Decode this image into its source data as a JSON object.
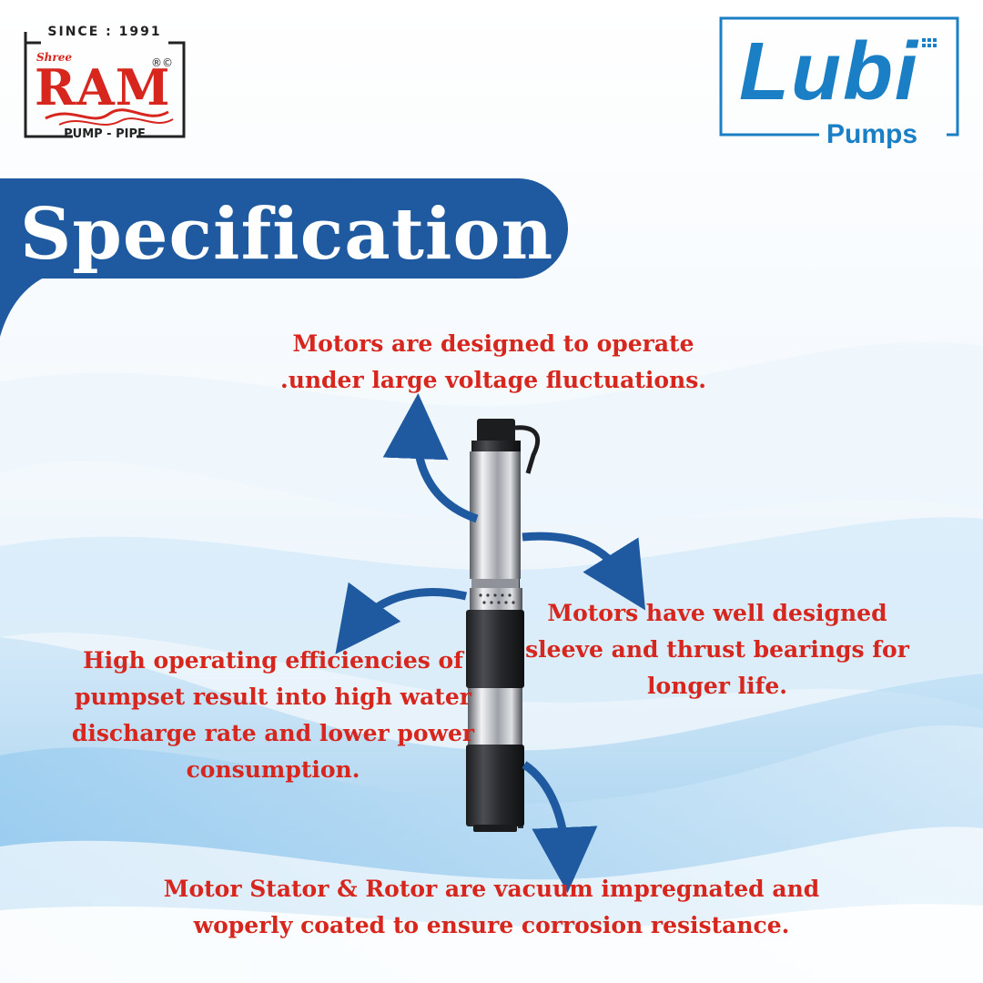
{
  "ram_logo": {
    "since": "SINCE : 1991",
    "shree": "Shree",
    "name": "RAM",
    "reg": "®©",
    "tagline": "PUMP - PIPE"
  },
  "lubi_logo": {
    "name": "Lubi",
    "sub": "Pumps"
  },
  "heading": "Specification",
  "features": [
    {
      "lines": [
        "Motors are designed to operate",
        ".under large voltage fluctuations."
      ]
    },
    {
      "lines": [
        "Motors have well designed",
        "sleeve and thrust bearings for",
        "longer life."
      ]
    },
    {
      "lines": [
        "High operating efficiencies of",
        "pumpset result into high water",
        "discharge rate and lower power",
        "consumption."
      ]
    },
    {
      "lines": [
        "Motor Stator & Rotor are vacuum impregnated and",
        "woperly coated to ensure corrosion resistance."
      ]
    }
  ],
  "colors": {
    "accent_blue": "#1f5aa0",
    "text_red": "#d7261e",
    "lubi_blue": "#1a7fc4"
  }
}
